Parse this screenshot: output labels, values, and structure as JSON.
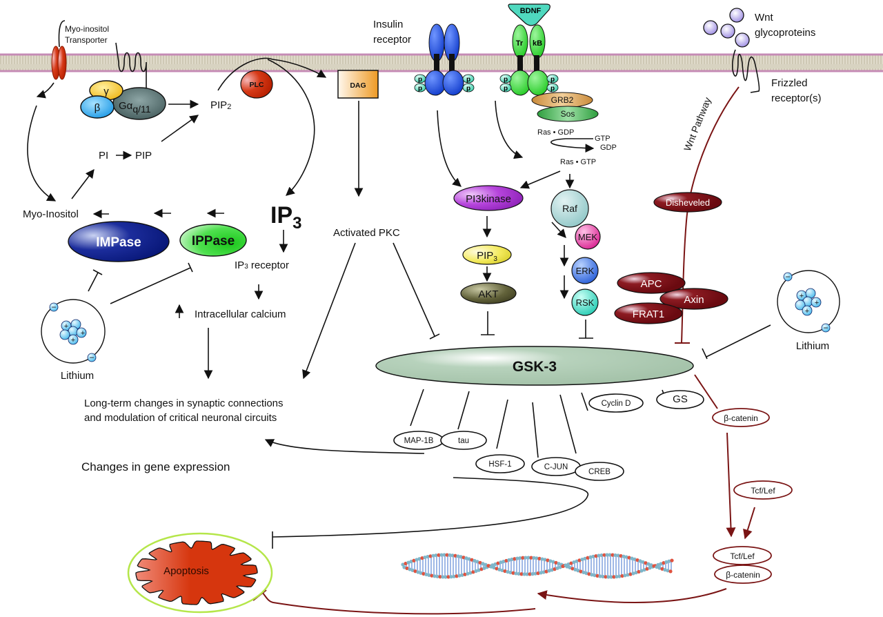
{
  "diagram": {
    "title": "Lithium signaling pathways converging on GSK-3",
    "colors": {
      "membrane_fill": "#d9d3c2",
      "membrane_edge": "#c58bb5",
      "inhibit_wnt": "#7a1414",
      "impase": "#0d1f8c",
      "ippase": "#33d633",
      "plc": "#cc2a0d",
      "dag": "#f0a030",
      "gsk3": "#a9c7ae",
      "pi3k": "#b13fd6",
      "pip3": "#f2ea5a",
      "akt": "#5c5c36",
      "raf": "#a9d4d4",
      "mek": "#e0289a",
      "erk": "#2f6fe0",
      "rsk": "#30d9c2",
      "wnt_protein": "#7a0e0e",
      "wnt_ligand": "#9f8fe6",
      "lithium_ion": "#5dc6f0",
      "insulin_receptor": "#1446d9",
      "trkb": "#2fd92f",
      "grb2": "#d9963a",
      "sos": "#3aa84a",
      "apoptosis": "#d6360e",
      "apoptosis_ring": "#b5e64a"
    },
    "membrane": {
      "myo_inositol_transporter": "Myo-inositol\nTransporter",
      "insulin_receptor": "Insulin\nreceptor",
      "bdnf": "BDNF",
      "trkb_left": "Tr",
      "trkb_right": "kB",
      "phospho": "p",
      "wnt": "Wnt\nglycoproteins",
      "frizzled": "Frizzled\nreceptor(s)"
    },
    "inositol_cycle": {
      "gamma": "γ",
      "beta": "β",
      "galpha": "Gα",
      "galpha_sub": "q/11",
      "pip2": "PIP",
      "pip2_sub": "2",
      "plc": "PLC",
      "dag": "DAG",
      "pi": "PI",
      "pip": "PIP",
      "myo_inositol": "Myo-Inositol",
      "impase": "IMPase",
      "ippase": "IPPase",
      "ip3": "IP",
      "ip3_sub": "3",
      "ip3_receptor": "IP",
      "ip3_receptor_sub": "3",
      "ip3_receptor_tail": " receptor",
      "intracellular_calcium": "Intracellular calcium",
      "activated_pkc": "Activated PKC"
    },
    "kinase_cascade": {
      "grb2": "GRB2",
      "sos": "Sos",
      "ras_gdp": "Ras • GDP",
      "gtp": "GTP",
      "gdp": "GDP",
      "ras_gtp": "Ras • GTP",
      "pi3kinase": "PI3kinase",
      "pip3": "PIP",
      "pip3_sub": "3",
      "akt": "AKT",
      "raf": "Raf",
      "mek": "MEK",
      "erk": "ERK",
      "rsk": "RSK"
    },
    "wnt_pathway": {
      "label": "Wnt Pathway",
      "disheveled": "Disheveled",
      "apc": "APC",
      "axin": "Axin",
      "frat1": "FRAT1"
    },
    "lithium": {
      "left_label": "Lithium",
      "right_label": "Lithium",
      "plus": "+",
      "minus": "−"
    },
    "gsk3": {
      "label": "GSK-3",
      "substrates": [
        "MAP-1B",
        "tau",
        "HSF-1",
        "C-JUN",
        "CREB",
        "Cyclin D",
        "GS"
      ],
      "beta_catenin": "β-catenin"
    },
    "nucleus": {
      "tcf_lef": "Tcf/Lef",
      "tcf_lef_complex": "Tcf/Lef",
      "beta_catenin_complex": "β-catenin"
    },
    "outcomes": {
      "long_term_line1": "Long-term changes in synaptic connections",
      "long_term_line2": "and modulation of critical neuronal circuits",
      "gene_expression": "Changes in gene expression",
      "apoptosis": "Apoptosis"
    }
  }
}
